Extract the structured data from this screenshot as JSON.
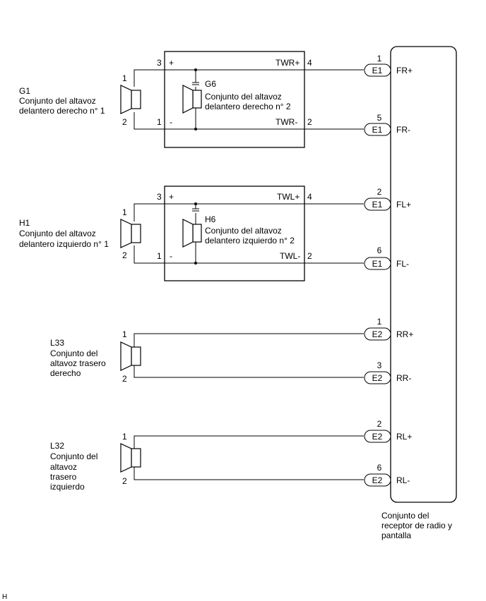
{
  "speakers": [
    {
      "code": "G1",
      "lines": [
        "Conjunto del altavoz",
        "delantero derecho n° 1"
      ],
      "pin_top": "1",
      "pin_bottom": "2"
    },
    {
      "code": "H1",
      "lines": [
        "Conjunto del altavoz",
        "delantero izquierdo n° 1"
      ],
      "pin_top": "1",
      "pin_bottom": "2"
    },
    {
      "code": "L33",
      "lines": [
        "Conjunto del",
        "altavoz trasero",
        "derecho"
      ],
      "pin_top": "1",
      "pin_bottom": "2"
    },
    {
      "code": "L32",
      "lines": [
        "Conjunto del",
        "altavoz",
        "trasero",
        "izquierdo"
      ],
      "pin_top": "1",
      "pin_bottom": "2"
    }
  ],
  "tweeters": [
    {
      "code": "G6",
      "lines": [
        "Conjunto del altavoz",
        "delantero derecho n° 2"
      ],
      "pin_pos": "3",
      "pin_neg": "1",
      "plus": "+",
      "minus": "-",
      "out_pos": "TWR+",
      "out_neg": "TWR-",
      "out_pin_pos": "4",
      "out_pin_neg": "2"
    },
    {
      "code": "H6",
      "lines": [
        "Conjunto del altavoz",
        "delantero izquierdo n° 2"
      ],
      "pin_pos": "3",
      "pin_neg": "1",
      "plus": "+",
      "minus": "-",
      "out_pos": "TWL+",
      "out_neg": "TWL-",
      "out_pin_pos": "4",
      "out_pin_neg": "2"
    }
  ],
  "receiver": {
    "lines": [
      "Conjunto del",
      "receptor de radio y",
      "pantalla"
    ],
    "terminals": [
      {
        "connector": "E1",
        "pin": "1",
        "signal": "FR+"
      },
      {
        "connector": "E1",
        "pin": "5",
        "signal": "FR-"
      },
      {
        "connector": "E1",
        "pin": "2",
        "signal": "FL+"
      },
      {
        "connector": "E1",
        "pin": "6",
        "signal": "FL-"
      },
      {
        "connector": "E2",
        "pin": "1",
        "signal": "RR+"
      },
      {
        "connector": "E2",
        "pin": "3",
        "signal": "RR-"
      },
      {
        "connector": "E2",
        "pin": "2",
        "signal": "RL+"
      },
      {
        "connector": "E2",
        "pin": "6",
        "signal": "RL-"
      }
    ]
  },
  "footer_code": "H"
}
